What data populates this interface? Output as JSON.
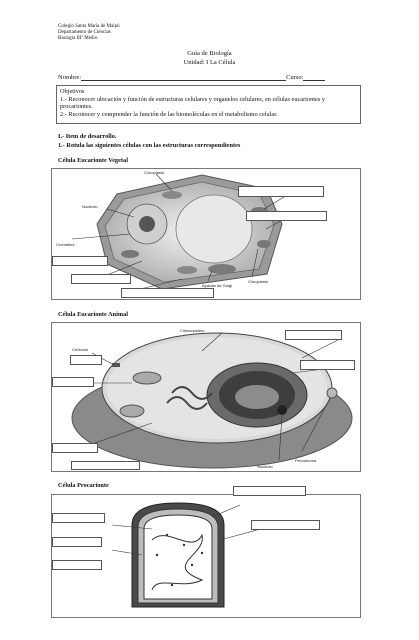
{
  "header": {
    "school": "Colegio Santa María de Maipú",
    "department": "Departamento de Ciencias",
    "course": "Biología IIIº Medio"
  },
  "title": {
    "line1": "Guía de Biología",
    "line2": "Unidad: I  La Célula"
  },
  "student": {
    "name_label": "Nombre:",
    "course_label": "Curso:"
  },
  "objectives": {
    "heading": "Objetivos",
    "item1": "1.- Reconocer ubicación y función de estructuras celulares y organelos celulares,  en células eucariontes y procariontes.",
    "item2": "2.- Reconocer y comprender la función de las biomoléculas en el metabolismo celular."
  },
  "section": {
    "title": "I.- Item de desarrollo.",
    "instruction": "1.- Rotula las siguientes células con las estructuras correspondientes"
  },
  "plant": {
    "caption": "Célula  Eucarionte Vegetal",
    "labels": {
      "cloroplasto_top": "Cloroplasto",
      "nucleolo": "Nucleolo",
      "cromatina": "Cromatina",
      "golgi": "Aparato de Golgi",
      "cloroplasto_bottom": "Cloroplasto"
    }
  },
  "animal": {
    "caption": "Célula Eucarionte Animal",
    "labels": {
      "citoesqueleto": "Citoesqueleto",
      "centriolo": "Centriolo",
      "nucleolo": "Nucléolo",
      "peroxisoma": "Peroxisoma"
    }
  },
  "prokaryote": {
    "caption": "Célula Procarionte"
  }
}
